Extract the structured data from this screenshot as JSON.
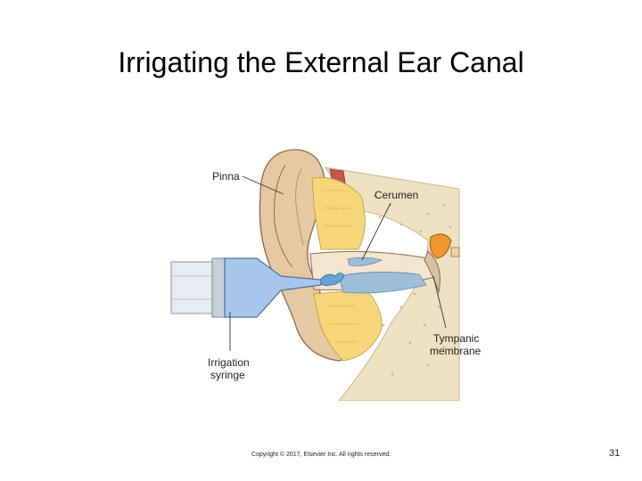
{
  "slide": {
    "title": "Irrigating the External Ear Canal",
    "copyright": "Copyright © 2017, Elsevier Inc. All rights reserved.",
    "page_number": "31"
  },
  "diagram": {
    "labels": {
      "pinna": "Pinna",
      "cerumen": "Cerumen",
      "tympanic_line1": "Tympanic",
      "tympanic_line2": "membrane",
      "syringe_line1": "Irrigation",
      "syringe_line2": "syringe"
    },
    "colors": {
      "skin": "#e6c9a3",
      "bone": "#efe2c2",
      "fat": "#f5d77a",
      "water": "#6aa0d8",
      "canal": "#9fbfd8",
      "ossicle": "#f0962e",
      "syringe": "#a9c6ec"
    }
  }
}
